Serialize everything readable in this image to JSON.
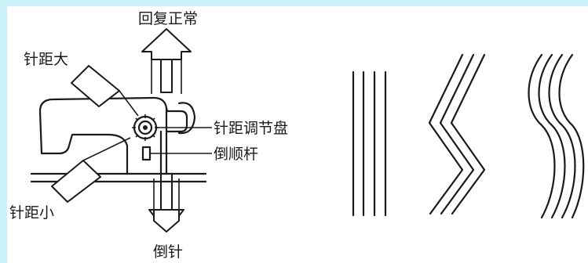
{
  "labels": {
    "restore_normal": "回复正常",
    "stitch_long": "针距大",
    "stitch_dial": "针距调节盘",
    "reverse_lever": "倒顺杆",
    "stitch_short": "针距小",
    "reverse_stitch": "倒针"
  },
  "colors": {
    "background_frame": "#c9f3f8",
    "line": "#1a1a1a",
    "panel": "#ffffff"
  },
  "icons": [
    "up-arrow-icon",
    "down-arrow-icon",
    "stitch-dial-icon"
  ]
}
